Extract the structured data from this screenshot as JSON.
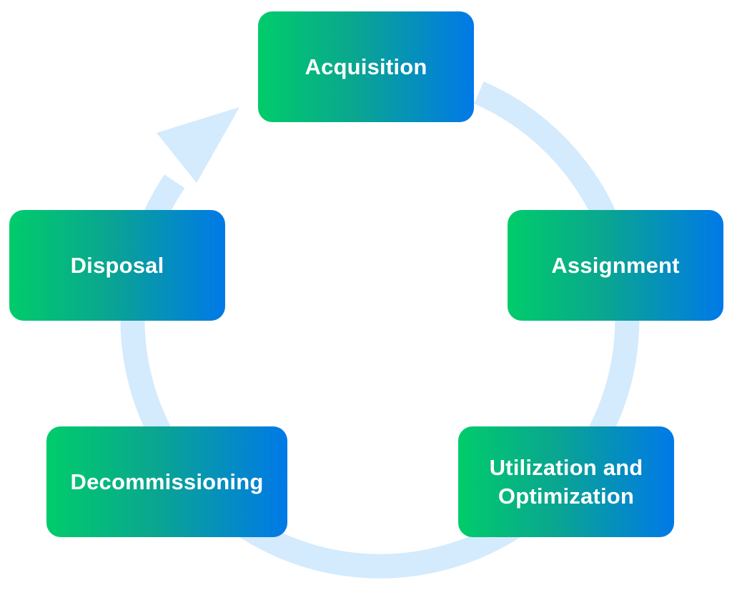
{
  "colors": {
    "ring": "#d4eafd",
    "gradient_start": "#00cc6a",
    "gradient_end": "#0079e8",
    "text": "#ffffff"
  },
  "cycle": {
    "direction": "clockwise",
    "stages": [
      {
        "id": "acquisition",
        "label": "Acquisition"
      },
      {
        "id": "assignment",
        "label": "Assignment"
      },
      {
        "id": "utilization",
        "label": "Utilization and\nOptimization"
      },
      {
        "id": "decommissioning",
        "label": "Decommissioning"
      },
      {
        "id": "disposal",
        "label": "Disposal"
      }
    ]
  }
}
